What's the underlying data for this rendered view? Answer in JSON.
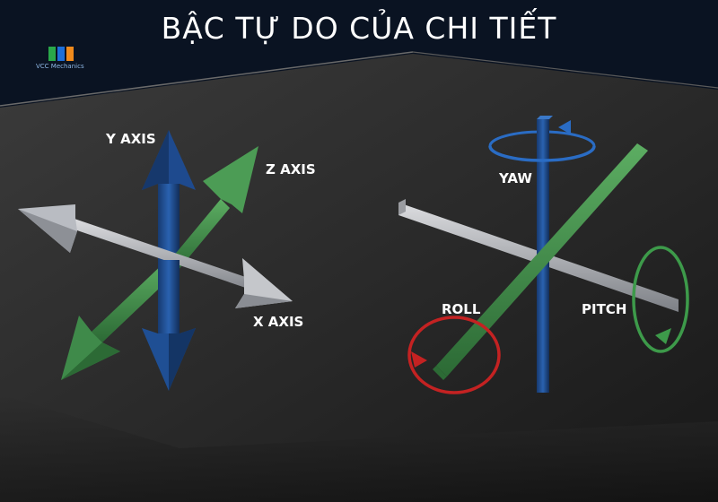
{
  "title": "BẬC TỰ DO CỦA CHI TIẾT",
  "logo": {
    "text": "VCC Mechanics",
    "colors": [
      "#2aa84a",
      "#1e6fd9",
      "#f08a1c"
    ]
  },
  "left_diagram": {
    "y_axis_label": "Y AXIS",
    "z_axis_label": "Z AXIS",
    "x_axis_label": "X AXIS"
  },
  "right_diagram": {
    "yaw_label": "YAW",
    "roll_label": "ROLL",
    "pitch_label": "PITCH"
  },
  "colors": {
    "y_axis": "#1f4f94",
    "z_axis": "#3f8a4a",
    "x_axis": "#b9bcc2",
    "yaw": "#2a6cc4",
    "roll": "#c42222",
    "pitch": "#3d9a4a",
    "background": "#0a1322"
  }
}
